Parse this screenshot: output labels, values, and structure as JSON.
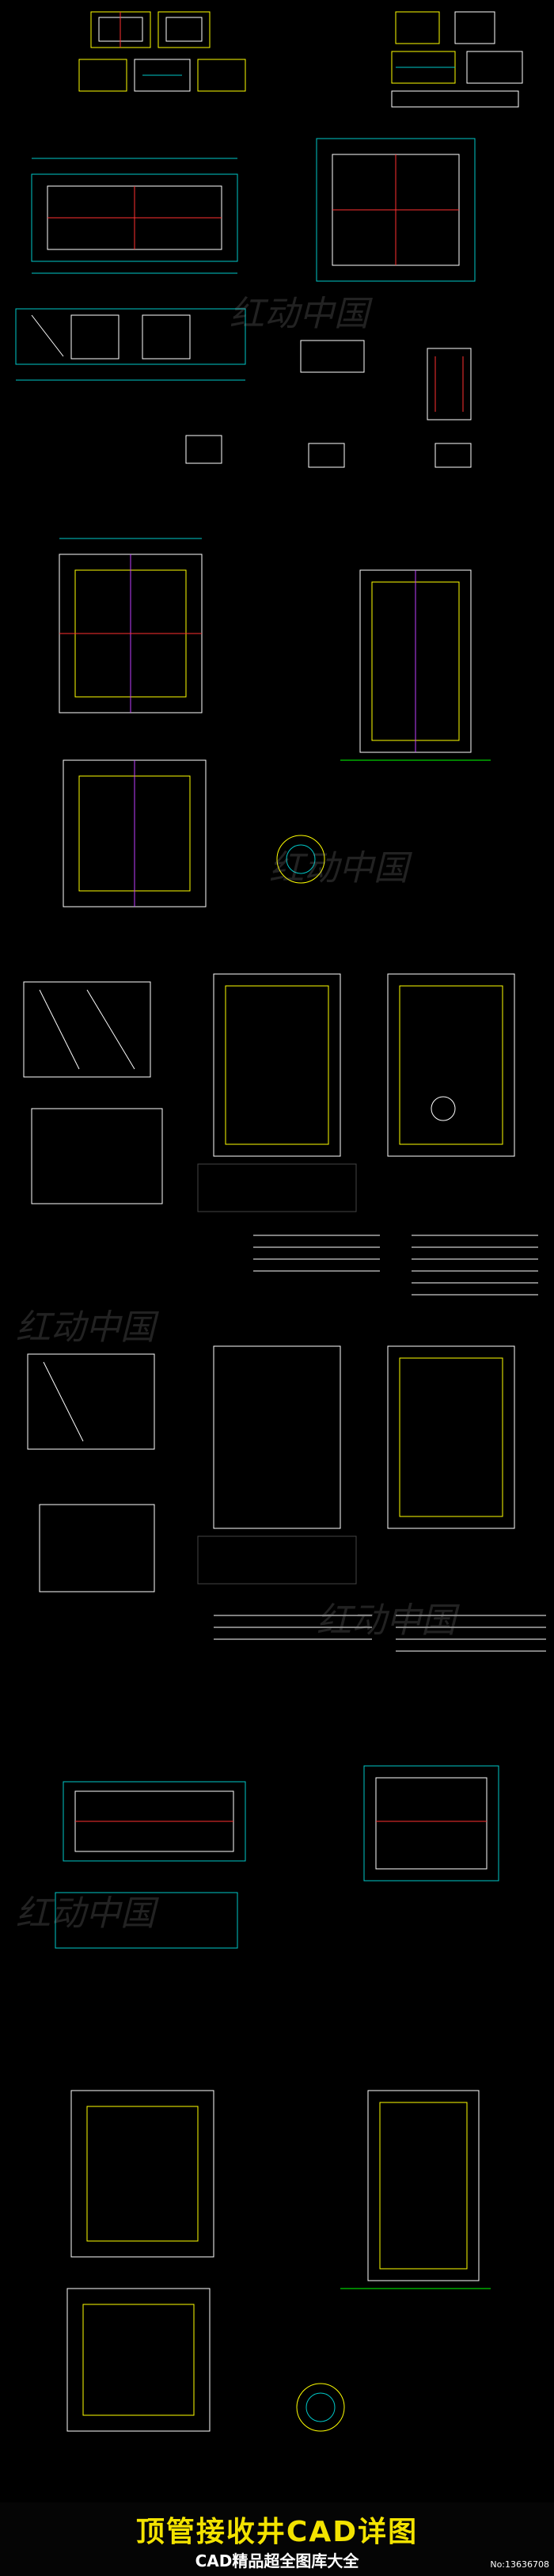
{
  "banner": {
    "title": "顶管接收井CAD详图",
    "subtitle": "CAD精品超全图库大全",
    "serial": "No:13636708"
  },
  "watermark": {
    "text": "红动中国"
  },
  "colors": {
    "background": "#000000",
    "wall": "#ffffff",
    "outline": "#ffff00",
    "dimension": "#00c8c8",
    "rebar": "#ff3030",
    "axis": "#c040ff",
    "accent": "#00ff00",
    "title_yellow": "#f3e300"
  }
}
